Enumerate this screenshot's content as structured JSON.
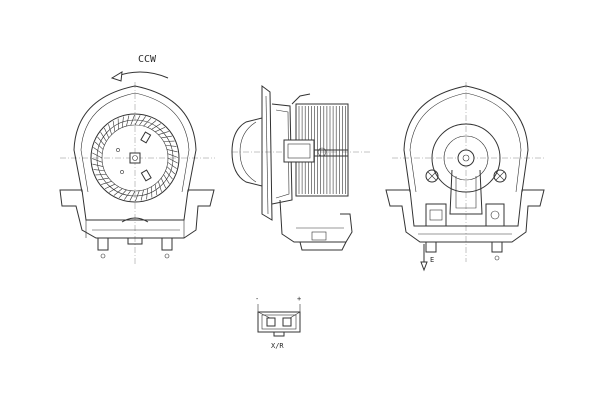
{
  "labels": {
    "rotation": "CCW",
    "connector_code": "X/R",
    "pin_minus": "-",
    "pin_plus": "+",
    "arrow_mark": "E"
  }
}
